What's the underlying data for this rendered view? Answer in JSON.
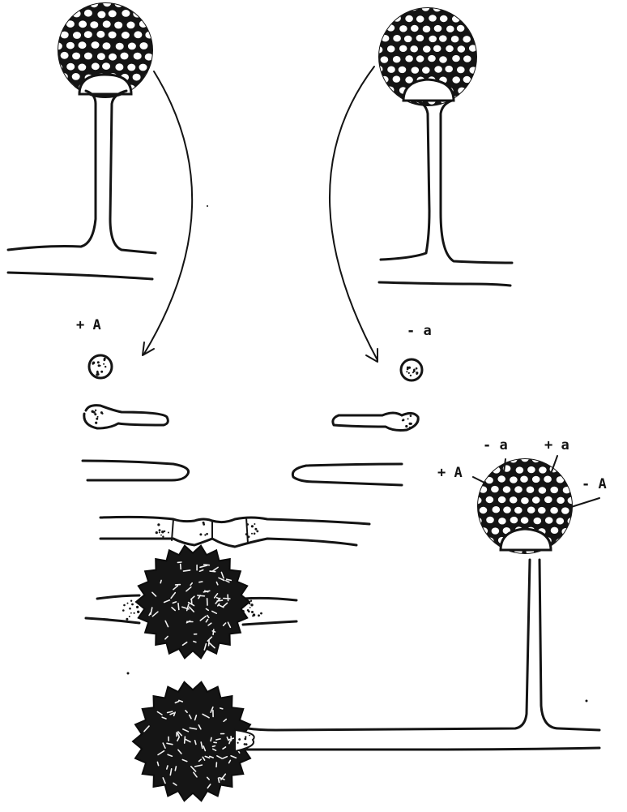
{
  "figure": {
    "labels": {
      "spore_plus_A": "+ A",
      "spore_minus_a": "- a",
      "head_minus_a": "- a",
      "head_plus_a": "+ a",
      "head_plus_A": "+ A",
      "head_minus_A": "- A"
    }
  }
}
